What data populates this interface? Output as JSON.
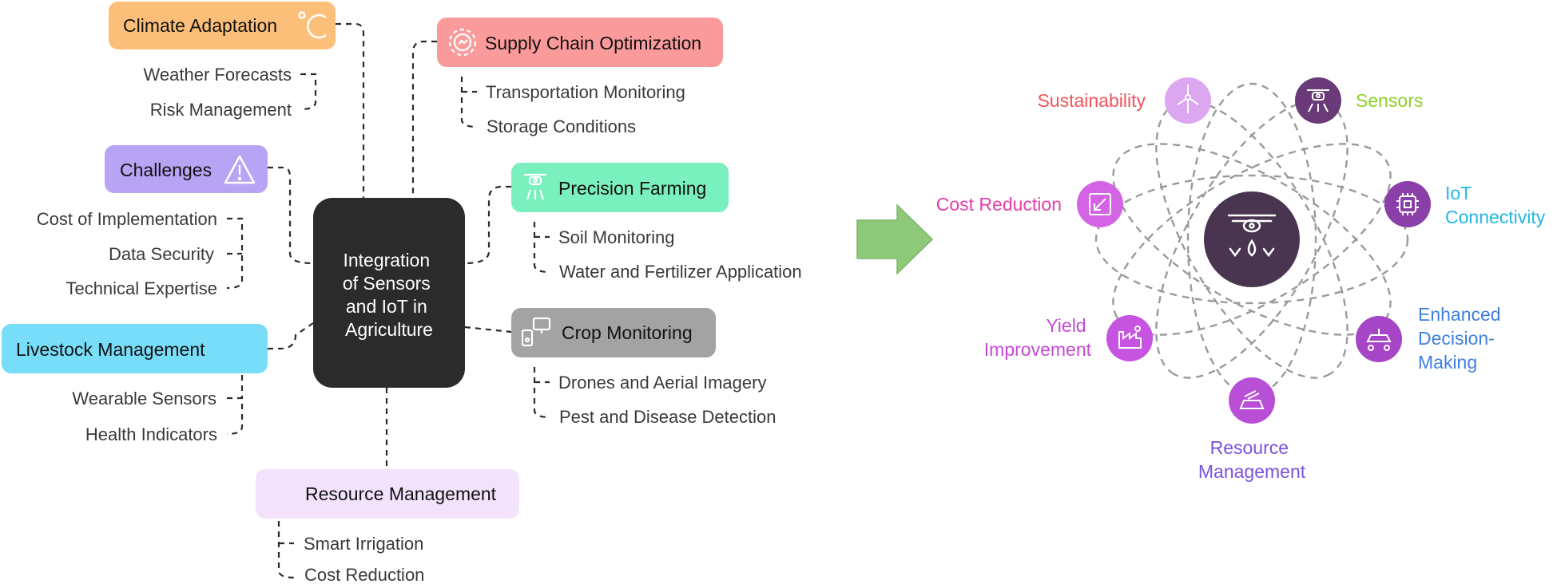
{
  "mindmap": {
    "center_lines": [
      "Integration",
      "of Sensors",
      "and IoT in",
      "Agriculture"
    ],
    "nodes": [
      {
        "id": "climate",
        "label": "Climate Adaptation",
        "icon": "celsius-icon",
        "color": "#fbbf7a",
        "children": [
          "Weather Forecasts",
          "Risk Management"
        ]
      },
      {
        "id": "challenges",
        "label": "Challenges",
        "icon": "warning-icon",
        "color": "#b7a4f5",
        "children": [
          "Cost of Implementation",
          "Data Security",
          "Technical Expertise"
        ]
      },
      {
        "id": "livestock",
        "label": "Livestock Management",
        "icon": "",
        "color": "#77ddf8",
        "children": [
          "Wearable Sensors",
          "Health Indicators"
        ]
      },
      {
        "id": "resource",
        "label": "Resource Management",
        "icon": "",
        "color": "#f3e2fb",
        "children": [
          "Smart Irrigation",
          "Cost Reduction"
        ]
      },
      {
        "id": "supply",
        "label": "Supply Chain Optimization",
        "icon": "gear-icon",
        "color": "#fb9a9a",
        "children": [
          "Transportation Monitoring",
          "Storage Conditions"
        ]
      },
      {
        "id": "precision",
        "label": "Precision Farming",
        "icon": "drone-icon",
        "color": "#79f0bd",
        "children": [
          "Soil Monitoring",
          "Water and Fertilizer Application"
        ]
      },
      {
        "id": "crop",
        "label": "Crop Monitoring",
        "icon": "monitor-icon",
        "color": "#a3a3a3",
        "children": [
          "Drones and Aerial Imagery",
          "Pest and Disease Detection"
        ]
      }
    ]
  },
  "benefits": {
    "center_icon": "drone-drop-icon",
    "items": [
      {
        "id": "sustainability",
        "lines": [
          "Sustainability"
        ],
        "color": "#f2545b",
        "icon": "wind-turbine-icon",
        "circle": "#dca6f0"
      },
      {
        "id": "sensors",
        "lines": [
          "Sensors"
        ],
        "color": "#8fcf2a",
        "icon": "drone-icon",
        "circle": "#6b3a78"
      },
      {
        "id": "iot",
        "lines": [
          "IoT",
          "Connectivity"
        ],
        "color": "#22b8e6",
        "icon": "chip-icon",
        "circle": "#8b3fa8"
      },
      {
        "id": "decision",
        "lines": [
          "Enhanced",
          "Decision-",
          "Making"
        ],
        "color": "#3f7fe0",
        "icon": "tractor-icon",
        "circle": "#a646c6"
      },
      {
        "id": "resource",
        "lines": [
          "Resource",
          "Management"
        ],
        "color": "#7a52e0",
        "icon": "field-icon",
        "circle": "#b84fd6"
      },
      {
        "id": "yield",
        "lines": [
          "Yield",
          "Improvement"
        ],
        "color": "#c64ad8",
        "icon": "factory-icon",
        "circle": "#c654e0"
      },
      {
        "id": "cost",
        "lines": [
          "Cost Reduction"
        ],
        "color": "#e63fa9",
        "icon": "resize-icon",
        "circle": "#d563e6"
      }
    ]
  },
  "colors": {
    "center_box": "#2b2b2b",
    "center_circle": "#4a3550",
    "arrow": "#8ec97a"
  }
}
